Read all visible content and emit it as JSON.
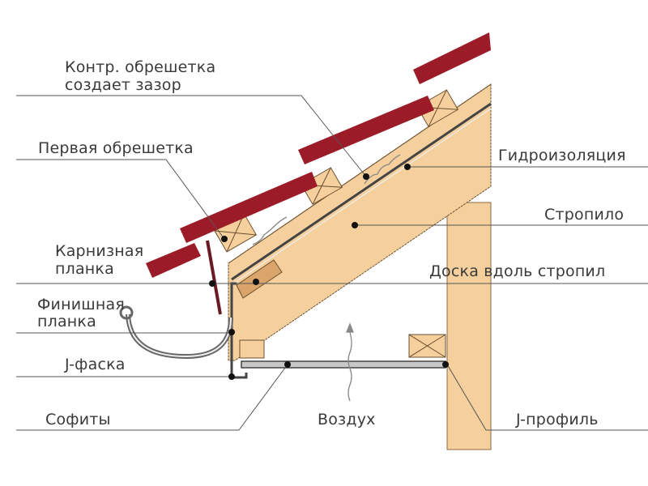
{
  "labels": {
    "counter_batten_line1": "Контр. обрешетка",
    "counter_batten_line2": "создает зазор",
    "first_batten": "Первая обрешетка",
    "eaves_strip_line1": "Карнизная",
    "eaves_strip_line2": "планка",
    "finish_strip_line1": "Финишная",
    "finish_strip_line2": "планка",
    "j_chamfer": "J-фаска",
    "soffits": "Софиты",
    "waterproofing": "Гидроизоляция",
    "rafter": "Стропило",
    "rafter_board": "Доска вдоль стропил",
    "air": "Воздух",
    "j_profile": "J-профиль"
  },
  "colors": {
    "tile": "#9b1c28",
    "wood": "#f5cf9c",
    "wood_dark": "#d9a56b",
    "line": "#555555",
    "soffit": "#c8c8c8"
  }
}
